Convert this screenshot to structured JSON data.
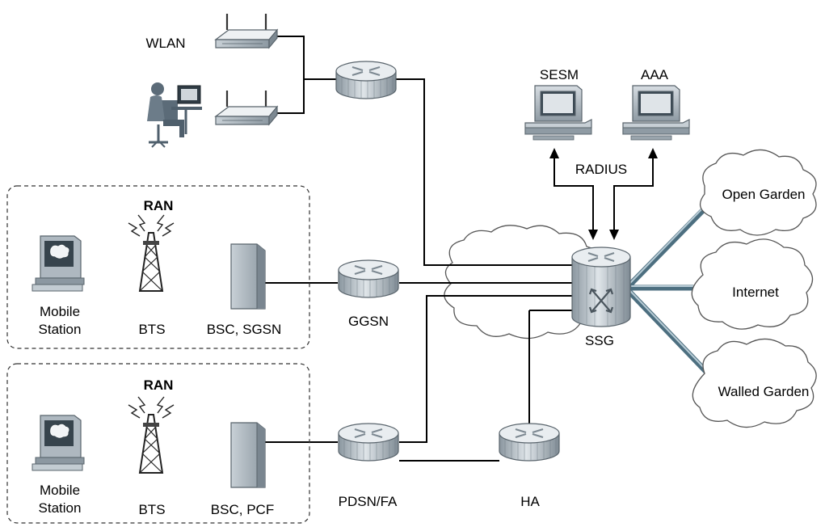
{
  "ran_groups": [
    {
      "title": "RAN",
      "devices": {
        "mobile_station": "Mobile\nStation",
        "bts": "BTS",
        "controller": "BSC, SGSN"
      }
    },
    {
      "title": "RAN",
      "devices": {
        "mobile_station": "Mobile\nStation",
        "bts": "BTS",
        "controller": "BSC, PCF"
      }
    }
  ],
  "nodes": {
    "wlan": "WLAN",
    "ggsn": "GGSN",
    "pdsn": "PDSN/FA",
    "ha": "HA",
    "ssg": "SSG",
    "sesm": "SESM",
    "aaa": "AAA",
    "radius": "RADIUS"
  },
  "clouds": {
    "open_garden": "Open Garden",
    "internet": "Internet",
    "walled_garden": "Walled Garden"
  },
  "icons": {
    "router": "router-icon",
    "ssg_switch": "ssg-router-switch-icon",
    "access_point": "wireless-access-point-icon",
    "workstation": "pc-workstation-icon",
    "user": "user-at-desk-icon",
    "tower": "cell-tower-icon",
    "server": "server-tower-icon",
    "cloud": "cloud-icon"
  },
  "colors": {
    "device_body": "#b9c3cb",
    "device_dark": "#7e8b95",
    "trunk": "#4d6f80"
  }
}
